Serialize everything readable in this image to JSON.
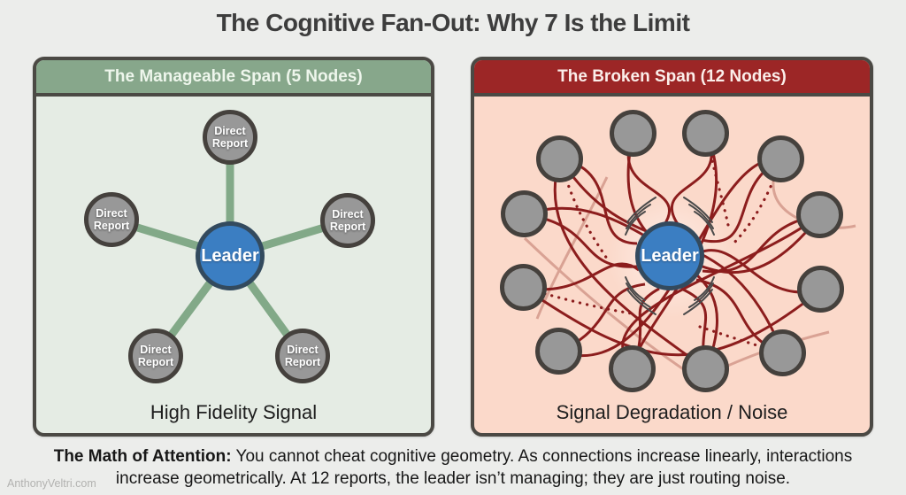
{
  "title": "The Cognitive Fan-Out: Why 7 Is the Limit",
  "left_panel": {
    "header": "The Manageable Span (5 Nodes)",
    "node_label": "Direct Report",
    "leader_label": "Leader",
    "caption": "High Fidelity Signal",
    "node_count": 5
  },
  "right_panel": {
    "header": "The Broken Span (12 Nodes)",
    "leader_label": "Leader",
    "caption": "Signal Degradation / Noise",
    "node_count": 12
  },
  "footer": {
    "lead": "The Math of Attention:",
    "body": "You cannot cheat cognitive geometry. As connections increase linearly, interactions increase geometrically. At 12 reports, the leader isn’t managing; they are just routing noise."
  },
  "watermark": "AnthonyVeltri.com",
  "colors": {
    "background": "#ecedeb",
    "panel_border": "#4b4944",
    "green_header": "#87a78b",
    "green_body": "#e5ece4",
    "green_edge": "#82a988",
    "red_header": "#9c2626",
    "red_body": "#fbd9ca",
    "red_edge": "#8c1d1d",
    "faded_edge": "#d9a294",
    "node_gray": "#989898",
    "node_border": "#45413d",
    "leader_blue": "#3b7ec2",
    "leader_border": "#334a5e"
  }
}
